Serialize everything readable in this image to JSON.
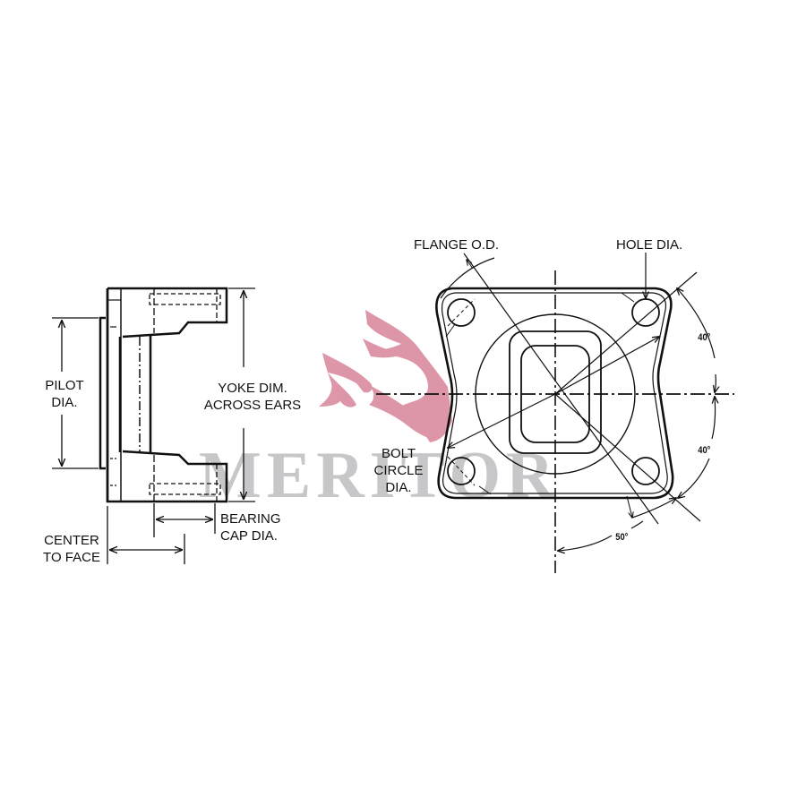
{
  "watermark": {
    "text": "MERITOR",
    "text_color": "#c7c7c9",
    "logo": "winged-emblem",
    "logo_color": "#dc90a4"
  },
  "yoke_view": {
    "labels": {
      "pilot_dia_1": "PILOT",
      "pilot_dia_2": "DIA.",
      "yoke_dim_1": "YOKE DIM.",
      "yoke_dim_2": "ACROSS EARS",
      "bearing_cap_1": "BEARING",
      "bearing_cap_2": "CAP DIA.",
      "center_face_1": "CENTER",
      "center_face_2": "TO FACE"
    }
  },
  "flange_view": {
    "labels": {
      "flange_od": "FLANGE O.D.",
      "hole_dia": "HOLE DIA.",
      "bolt_circle_1": "BOLT",
      "bolt_circle_2": "CIRCLE",
      "bolt_circle_3": "DIA."
    },
    "angles": {
      "upper_right": "40°",
      "lower_right": "40°",
      "bottom": "50°"
    }
  }
}
